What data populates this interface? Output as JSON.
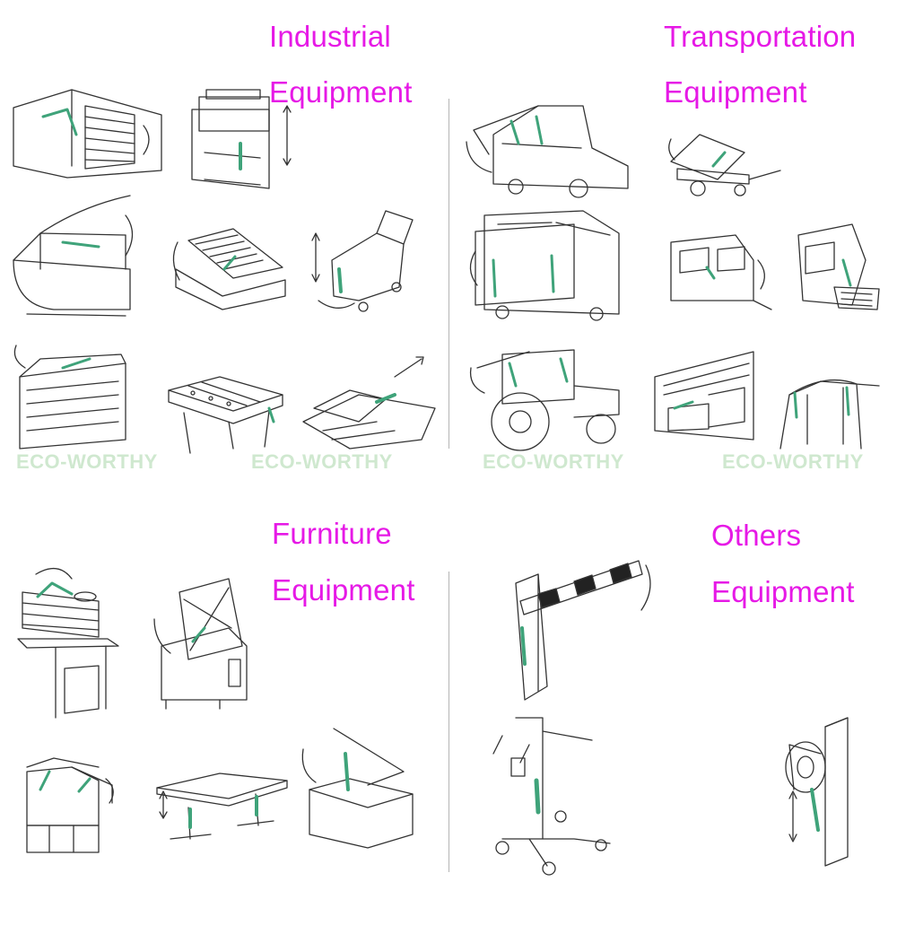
{
  "sections": [
    {
      "id": "industrial",
      "line1": "Industrial",
      "line2": "Equipment"
    },
    {
      "id": "transportation",
      "line1": "Transportation",
      "line2": "Equipment"
    },
    {
      "id": "furniture",
      "line1": "Furniture",
      "line2": "Equipment"
    },
    {
      "id": "others",
      "line1": "Others",
      "line2": "Equipment"
    }
  ],
  "watermarks": [
    "ECO-WORTHY",
    "ECO-WORTHY",
    "ECO-WORTHY",
    "ECO-WORTHY"
  ],
  "colors": {
    "heading": "#e619e6",
    "actuator": "#3fa37a",
    "line": "#333333",
    "watermark": "#cfe8cf"
  },
  "illustrations": {
    "industrial": [
      "roll-up-door",
      "lifting-table",
      "display-cabinet",
      "storage-bed",
      "floor-scrubber",
      "ventilation-hatch",
      "foosball-table",
      "adjustable-platform"
    ],
    "transportation": [
      "food-truck-awning",
      "dump-trailer",
      "bus-door",
      "camper-window",
      "rv-door-step",
      "tractor-cab",
      "bus-luggage-hatch",
      "car-roof"
    ],
    "furniture": [
      "wall-lamp-desk",
      "cooking-kettle",
      "wall-cabinet",
      "adjustable-table",
      "floor-hatch"
    ],
    "others": [
      "parking-barrier",
      "patient-lift",
      "rotating-wheel-mount"
    ]
  }
}
